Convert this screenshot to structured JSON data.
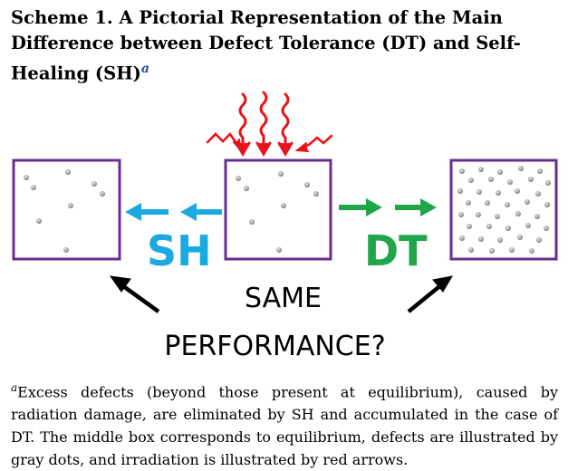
{
  "title": {
    "text": "Scheme 1. A Pictorial Representation of the Main Difference between Defect Tolerance (DT) and Self-Healing (SH)",
    "footnote_marker": "a"
  },
  "labels": {
    "left": "SH",
    "right": "DT",
    "question_line1": "SAME",
    "question_line2": "PERFORMANCE?"
  },
  "colors": {
    "box_border": "#6a2c91",
    "sh_color": "#1ba9e1",
    "dt_color": "#1fa64a",
    "irradiation_arrows": "#e8141b",
    "defects": "#9a9a9a",
    "diagonal_arrows": "#000000"
  },
  "footnote": {
    "marker": "a",
    "text": "Excess defects (beyond those present at equilibrium), caused by radiation damage, are eliminated by SH and accumulated in the case of DT. The middle box corresponds to equilibrium, defects are illustrated by gray dots, and irradiation is illustrated by red arrows."
  }
}
